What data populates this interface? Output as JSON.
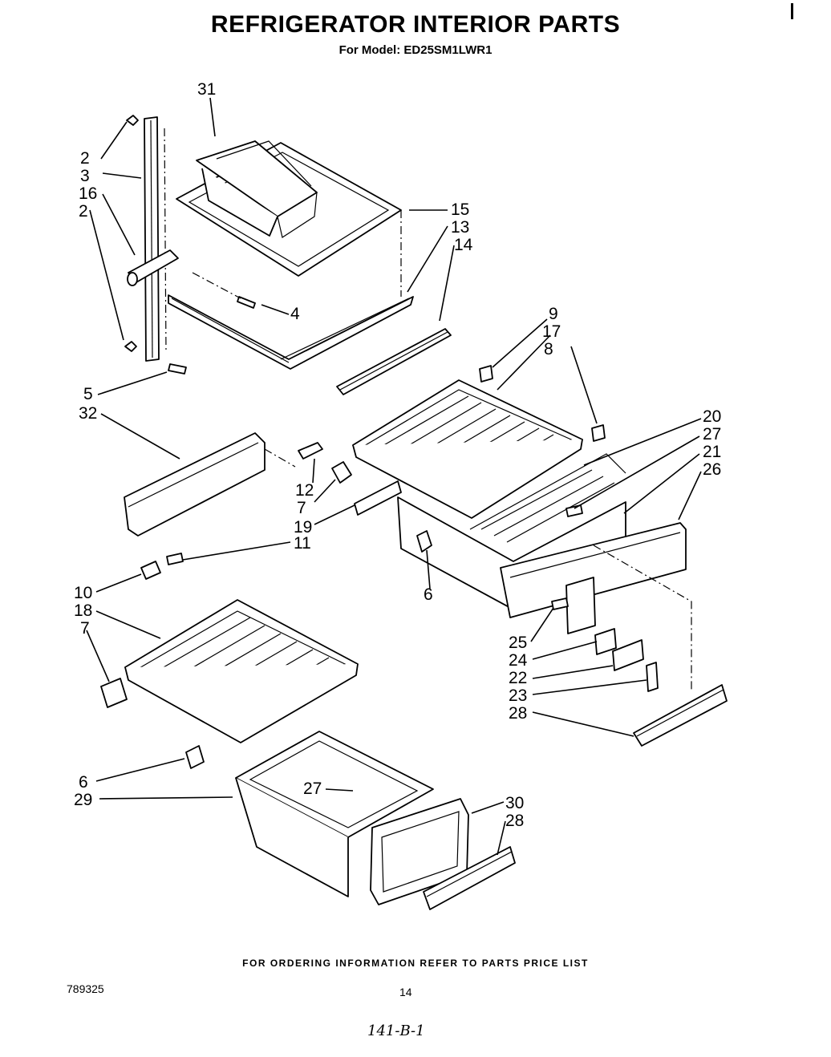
{
  "header": {
    "title": "REFRIGERATOR INTERIOR PARTS",
    "subtitle": "For Model: ED25SM1LWR1"
  },
  "footer": {
    "note": "FOR ORDERING INFORMATION REFER TO PARTS PRICE LIST",
    "doc_number": "789325",
    "page_number": "14",
    "handwritten": "141-B-1"
  },
  "callouts": {
    "c31": "31",
    "c2a": "2",
    "c3": "3",
    "c16": "16",
    "c2b": "2",
    "c15": "15",
    "c13": "13",
    "c14": "14",
    "c4": "4",
    "c9": "9",
    "c17": "17",
    "c8": "8",
    "c5": "5",
    "c32": "32",
    "c20": "20",
    "c27a": "27",
    "c21": "21",
    "c26": "26",
    "c12": "12",
    "c7a": "7",
    "c19": "19",
    "c11": "11",
    "c6a": "6",
    "c10": "10",
    "c18": "18",
    "c7b": "7",
    "c25": "25",
    "c24": "24",
    "c22": "22",
    "c23": "23",
    "c28a": "28",
    "c6b": "6",
    "c29": "29",
    "c27b": "27",
    "c30": "30",
    "c28b": "28"
  }
}
